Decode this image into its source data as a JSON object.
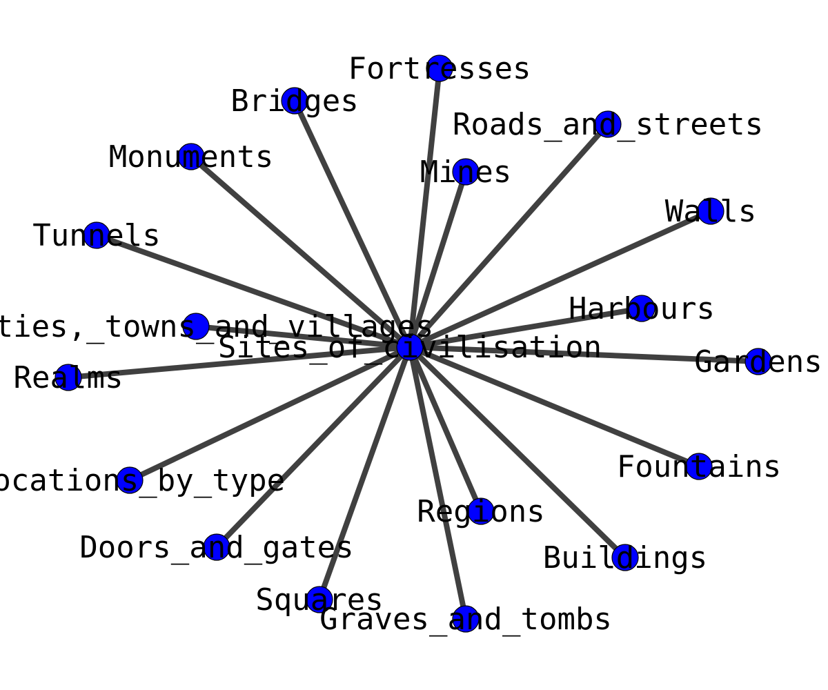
{
  "graph": {
    "center": "Sites_of_civilisation",
    "nodes": [
      "Sites_of_civilisation",
      "Fortresses",
      "Bridges",
      "Roads_and_streets",
      "Monuments",
      "Mines",
      "Walls",
      "Tunnels",
      "Harbours",
      "Cities,_towns_and_villages",
      "Gardens",
      "Realms",
      "Fountains",
      "Locations_by_type",
      "Regions",
      "Doors_and_gates",
      "Buildings",
      "Squares",
      "Graves_and_tombs"
    ],
    "edges": [
      [
        "Sites_of_civilisation",
        "Fortresses"
      ],
      [
        "Sites_of_civilisation",
        "Bridges"
      ],
      [
        "Sites_of_civilisation",
        "Roads_and_streets"
      ],
      [
        "Sites_of_civilisation",
        "Monuments"
      ],
      [
        "Sites_of_civilisation",
        "Mines"
      ],
      [
        "Sites_of_civilisation",
        "Walls"
      ],
      [
        "Sites_of_civilisation",
        "Tunnels"
      ],
      [
        "Sites_of_civilisation",
        "Harbours"
      ],
      [
        "Sites_of_civilisation",
        "Cities,_towns_and_villages"
      ],
      [
        "Sites_of_civilisation",
        "Gardens"
      ],
      [
        "Sites_of_civilisation",
        "Realms"
      ],
      [
        "Sites_of_civilisation",
        "Fountains"
      ],
      [
        "Sites_of_civilisation",
        "Locations_by_type"
      ],
      [
        "Sites_of_civilisation",
        "Regions"
      ],
      [
        "Sites_of_civilisation",
        "Doors_and_gates"
      ],
      [
        "Sites_of_civilisation",
        "Buildings"
      ],
      [
        "Sites_of_civilisation",
        "Squares"
      ],
      [
        "Sites_of_civilisation",
        "Graves_and_tombs"
      ]
    ]
  },
  "colors": {
    "node_fill": "#0000ff",
    "node_stroke": "#000000",
    "edge": "#404040",
    "label": "#000000",
    "background": "#ffffff"
  }
}
